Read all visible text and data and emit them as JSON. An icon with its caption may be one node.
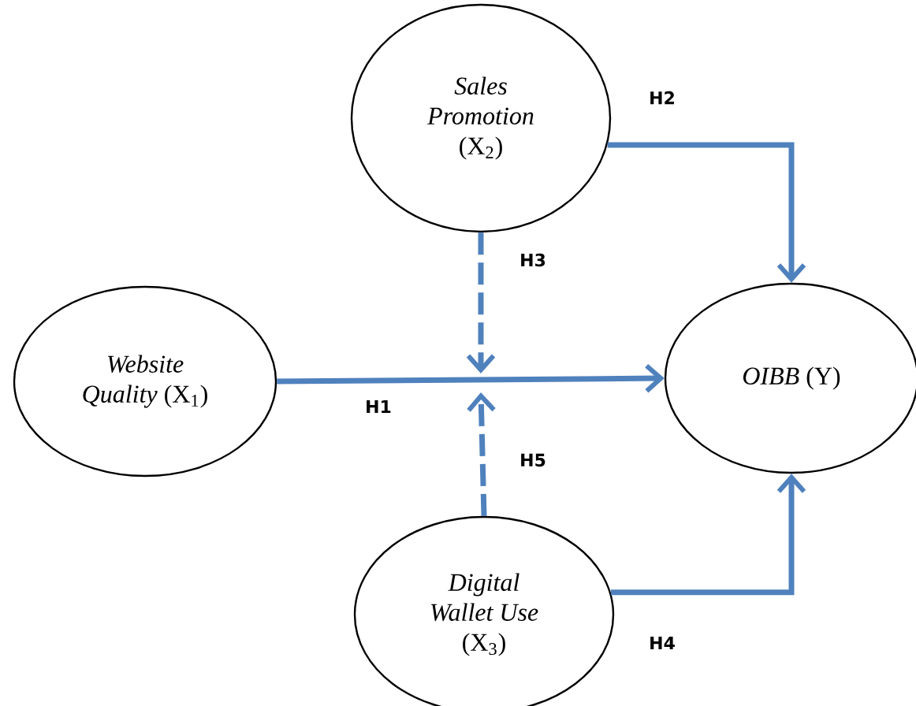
{
  "diagram": {
    "nodes": [
      {
        "text": [
          "*Sales Promotion* (X$_{2}$)"
        ]
      },
      {
        "text": [
          "*Website Quality* (X$_{1}$)"
        ]
      },
      {
        "text": [
          "*OIBB* (Y)"
        ]
      },
      {
        "text": [
          "*Digital Wallet Use* (X$_{3}$)"
        ]
      }
    ],
    "edges": [
      {
        "from": 1,
        "to": 2,
        "arrow": "to",
        "label": "H1"
      },
      {
        "from": 0,
        "to": 2,
        "arrow": "to",
        "label": "H2"
      },
      {
        "from": 0,
        "to": null,
        "arrow": "to",
        "label": "H3",
        "style": "dashed"
      },
      {
        "from": 3,
        "to": 2,
        "arrow": "to",
        "label": "H4"
      },
      {
        "from": 3,
        "to": null,
        "arrow": "to",
        "label": "H5",
        "style": "dashed"
      }
    ]
  }
}
